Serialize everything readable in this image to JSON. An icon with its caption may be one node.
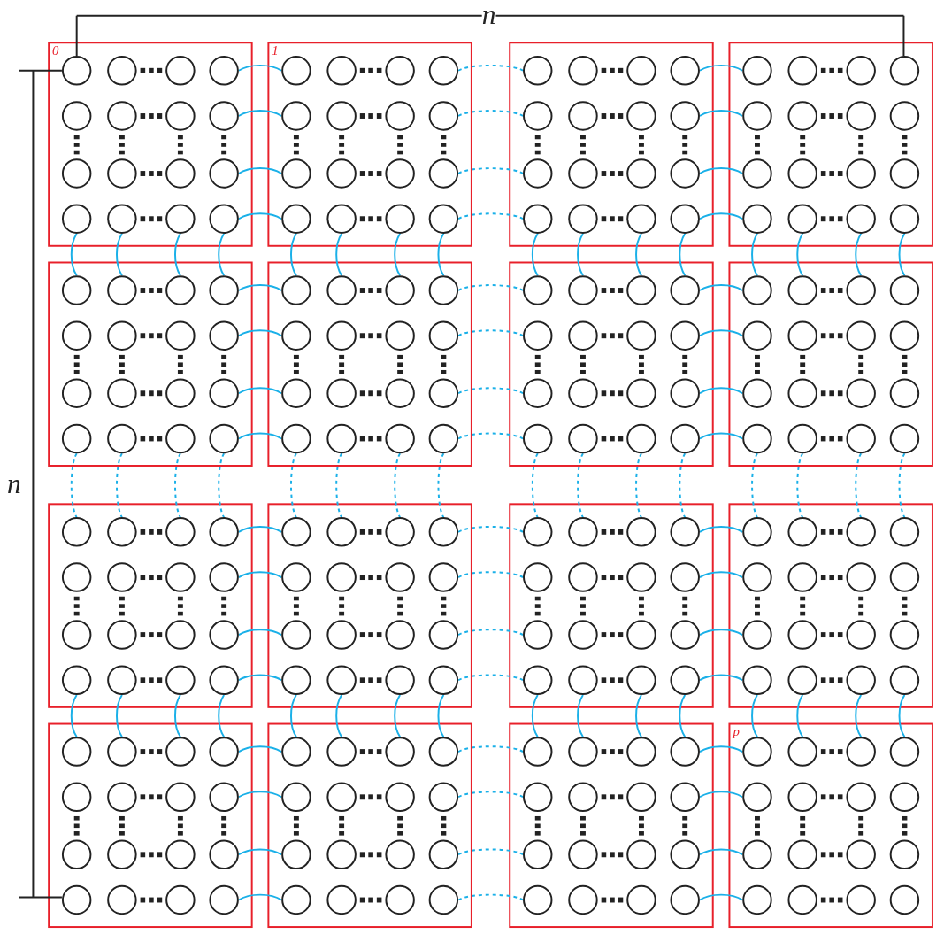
{
  "diagram": {
    "nodes": [
      {
        "text": [
          "0"
        ]
      },
      {
        "text": [],
        "shape": "circle",
        "in": 0
      },
      {
        "text": [],
        "shape": "circle",
        "in": 0
      },
      {
        "text": [],
        "shape": "circle",
        "in": 0
      },
      {
        "text": [],
        "shape": "circle",
        "in": 0
      },
      {
        "text": [],
        "shape": "circle",
        "in": 0
      },
      {
        "text": [],
        "shape": "circle",
        "in": 0
      },
      {
        "text": [],
        "shape": "circle",
        "in": 0
      },
      {
        "text": [],
        "shape": "circle",
        "in": 0
      },
      {
        "text": [],
        "shape": "circle",
        "in": 0
      },
      {
        "text": [],
        "shape": "circle",
        "in": 0
      },
      {
        "text": [],
        "shape": "circle",
        "in": 0
      },
      {
        "text": [],
        "shape": "circle",
        "in": 0
      },
      {
        "text": [],
        "shape": "circle",
        "in": 0
      },
      {
        "text": [],
        "shape": "circle",
        "in": 0
      },
      {
        "text": [],
        "shape": "circle",
        "in": 0
      },
      {
        "text": [],
        "shape": "circle",
        "in": 0
      },
      {
        "text": [
          "1"
        ]
      },
      {
        "text": [],
        "shape": "circle",
        "in": 17
      },
      {
        "text": [],
        "shape": "circle",
        "in": 17
      },
      {
        "text": [],
        "shape": "circle",
        "in": 17
      },
      {
        "text": [],
        "shape": "circle",
        "in": 17
      },
      {
        "text": [],
        "shape": "circle",
        "in": 17
      },
      {
        "text": [],
        "shape": "circle",
        "in": 17
      },
      {
        "text": [],
        "shape": "circle",
        "in": 17
      },
      {
        "text": [],
        "shape": "circle",
        "in": 17
      },
      {
        "text": [],
        "shape": "circle",
        "in": 17
      },
      {
        "text": [],
        "shape": "circle",
        "in": 17
      },
      {
        "text": [],
        "shape": "circle",
        "in": 17
      },
      {
        "text": [],
        "shape": "circle",
        "in": 17
      },
      {
        "text": [],
        "shape": "circle",
        "in": 17
      },
      {
        "text": [],
        "shape": "circle",
        "in": 17
      },
      {
        "text": [],
        "shape": "circle",
        "in": 17
      },
      {
        "text": [],
        "shape": "circle",
        "in": 17
      },
      {
        "text": [],
        "shape": "box"
      },
      {
        "text": [],
        "shape": "circle",
        "in": 34
      },
      {
        "text": [],
        "shape": "circle",
        "in": 34
      },
      {
        "text": [],
        "shape": "circle",
        "in": 34
      },
      {
        "text": [],
        "shape": "circle",
        "in": 34
      },
      {
        "text": [],
        "shape": "circle",
        "in": 34
      },
      {
        "text": [],
        "shape": "circle",
        "in": 34
      },
      {
        "text": [],
        "shape": "circle",
        "in": 34
      },
      {
        "text": [],
        "shape": "circle",
        "in": 34
      },
      {
        "text": [],
        "shape": "circle",
        "in": 34
      },
      {
        "text": [],
        "shape": "circle",
        "in": 34
      },
      {
        "text": [],
        "shape": "circle",
        "in": 34
      },
      {
        "text": [],
        "shape": "circle",
        "in": 34
      },
      {
        "text": [],
        "shape": "circle",
        "in": 34
      },
      {
        "text": [],
        "shape": "circle",
        "in": 34
      },
      {
        "text": [],
        "shape": "circle",
        "in": 34
      },
      {
        "text": [],
        "shape": "circle",
        "in": 34
      },
      {
        "text": [],
        "shape": "box"
      },
      {
        "text": [],
        "shape": "circle",
        "in": 51
      },
      {
        "text": [],
        "shape": "circle",
        "in": 51
      },
      {
        "text": [],
        "shape": "circle",
        "in": 51
      },
      {
        "text": [],
        "shape": "circle",
        "in": 51
      },
      {
        "text": [],
        "shape": "circle",
        "in": 51
      },
      {
        "text": [],
        "shape": "circle",
        "in": 51
      },
      {
        "text": [],
        "shape": "circle",
        "in": 51
      },
      {
        "text": [],
        "shape": "circle",
        "in": 51
      },
      {
        "text": [],
        "shape": "circle",
        "in": 51
      },
      {
        "text": [],
        "shape": "circle",
        "in": 51
      },
      {
        "text": [],
        "shape": "circle",
        "in": 51
      },
      {
        "text": [],
        "shape": "circle",
        "in": 51
      },
      {
        "text": [],
        "shape": "circle",
        "in": 51
      },
      {
        "text": [],
        "shape": "circle",
        "in": 51
      },
      {
        "text": [],
        "shape": "circle",
        "in": 51
      },
      {
        "text": [],
        "shape": "circle",
        "in": 51
      },
      {
        "text": [],
        "shape": "box"
      },
      {
        "text": [],
        "shape": "circle",
        "in": 68
      },
      {
        "text": [],
        "shape": "circle",
        "in": 68
      },
      {
        "text": [],
        "shape": "circle",
        "in": 68
      },
      {
        "text": [],
        "shape": "circle",
        "in": 68
      },
      {
        "text": [],
        "shape": "circle",
        "in": 68
      },
      {
        "text": [],
        "shape": "circle",
        "in": 68
      },
      {
        "text": [],
        "shape": "circle",
        "in": 68
      },
      {
        "text": [],
        "shape": "circle",
        "in": 68
      },
      {
        "text": [],
        "shape": "circle",
        "in": 68
      },
      {
        "text": [],
        "shape": "circle",
        "in": 68
      },
      {
        "text": [],
        "shape": "circle",
        "in": 68
      },
      {
        "text": [],
        "shape": "circle",
        "in": 68
      },
      {
        "text": [],
        "shape": "circle",
        "in": 68
      },
      {
        "text": [],
        "shape": "circle",
        "in": 68
      },
      {
        "text": [],
        "shape": "circle",
        "in": 68
      },
      {
        "text": [],
        "shape": "circle",
        "in": 68
      },
      {
        "text": [],
        "shape": "box"
      },
      {
        "text": [],
        "shape": "circle",
        "in": 85
      },
      {
        "text": [],
        "shape": "circle",
        "in": 85
      },
      {
        "text": [],
        "shape": "circle",
        "in": 85
      },
      {
        "text": [],
        "shape": "circle",
        "in": 85
      },
      {
        "text": [],
        "shape": "circle",
        "in": 85
      },
      {
        "text": [],
        "shape": "circle",
        "in": 85
      },
      {
        "text": [],
        "shape": "circle",
        "in": 85
      },
      {
        "text": [],
        "shape": "circle",
        "in": 85
      },
      {
        "text": [],
        "shape": "circle",
        "in": 85
      },
      {
        "text": [],
        "shape": "circle",
        "in": 85
      },
      {
        "text": [],
        "shape": "circle",
        "in": 85
      },
      {
        "text": [],
        "shape": "circle",
        "in": 85
      },
      {
        "text": [],
        "shape": "circle",
        "in": 85
      },
      {
        "text": [],
        "shape": "circle",
        "in": 85
      },
      {
        "text": [],
        "shape": "circle",
        "in": 85
      },
      {
        "text": [],
        "shape": "circle",
        "in": 85
      },
      {
        "text": [],
        "shape": "box"
      },
      {
        "text": [],
        "shape": "circle",
        "in": 102
      },
      {
        "text": [],
        "shape": "circle",
        "in": 102
      },
      {
        "text": [],
        "shape": "circle",
        "in": 102
      },
      {
        "text": [],
        "shape": "circle",
        "in": 102
      },
      {
        "text": [],
        "shape": "circle",
        "in": 102
      },
      {
        "text": [],
        "shape": "circle",
        "in": 102
      },
      {
        "text": [],
        "shape": "circle",
        "in": 102
      },
      {
        "text": [],
        "shape": "circle",
        "in": 102
      },
      {
        "text": [],
        "shape": "circle",
        "in": 102
      },
      {
        "text": [],
        "shape": "circle",
        "in": 102
      },
      {
        "text": [],
        "shape": "circle",
        "in": 102
      },
      {
        "text": [],
        "shape": "circle",
        "in": 102
      },
      {
        "text": [],
        "shape": "circle",
        "in": 102
      },
      {
        "text": [],
        "shape": "circle",
        "in": 102
      },
      {
        "text": [],
        "shape": "circle",
        "in": 102
      },
      {
        "text": [],
        "shape": "circle",
        "in": 102
      },
      {
        "text": [],
        "shape": "box"
      },
      {
        "text": [],
        "shape": "circle",
        "in": 119
      },
      {
        "text": [],
        "shape": "circle",
        "in": 119
      },
      {
        "text": [],
        "shape": "circle",
        "in": 119
      },
      {
        "text": [],
        "shape": "circle",
        "in": 119
      },
      {
        "text": [],
        "shape": "circle",
        "in": 119
      },
      {
        "text": [],
        "shape": "circle",
        "in": 119
      },
      {
        "text": [],
        "shape": "circle",
        "in": 119
      },
      {
        "text": [],
        "shape": "circle",
        "in": 119
      },
      {
        "text": [],
        "shape": "circle",
        "in": 119
      },
      {
        "text": [],
        "shape": "circle",
        "in": 119
      },
      {
        "text": [],
        "shape": "circle",
        "in": 119
      },
      {
        "text": [],
        "shape": "circle",
        "in": 119
      },
      {
        "text": [],
        "shape": "circle",
        "in": 119
      },
      {
        "text": [],
        "shape": "circle",
        "in": 119
      },
      {
        "text": [],
        "shape": "circle",
        "in": 119
      },
      {
        "text": [],
        "shape": "circle",
        "in": 119
      },
      {
        "text": [],
        "shape": "box"
      },
      {
        "text": [],
        "shape": "circle",
        "in": 136
      },
      {
        "text": [],
        "shape": "circle",
        "in": 136
      },
      {
        "text": [],
        "shape": "circle",
        "in": 136
      },
      {
        "text": [],
        "shape": "circle",
        "in": 136
      },
      {
        "text": [],
        "shape": "circle",
        "in": 136
      },
      {
        "text": [],
        "shape": "circle",
        "in": 136
      },
      {
        "text": [],
        "shape": "circle",
        "in": 136
      },
      {
        "text": [],
        "shape": "circle",
        "in": 136
      },
      {
        "text": [],
        "shape": "circle",
        "in": 136
      },
      {
        "text": [],
        "shape": "circle",
        "in": 136
      },
      {
        "text": [],
        "shape": "circle",
        "in": 136
      },
      {
        "text": [],
        "shape": "circle",
        "in": 136
      },
      {
        "text": [],
        "shape": "circle",
        "in": 136
      },
      {
        "text": [],
        "shape": "circle",
        "in": 136
      },
      {
        "text": [],
        "shape": "circle",
        "in": 136
      },
      {
        "text": [],
        "shape": "circle",
        "in": 136
      },
      {
        "text": [],
        "shape": "box"
      },
      {
        "text": [],
        "shape": "circle",
        "in": 153
      },
      {
        "text": [],
        "shape": "circle",
        "in": 153
      },
      {
        "text": [],
        "shape": "circle",
        "in": 153
      },
      {
        "text": [],
        "shape": "circle",
        "in": 153
      },
      {
        "text": [],
        "shape": "circle",
        "in": 153
      },
      {
        "text": [],
        "shape": "circle",
        "in": 153
      },
      {
        "text": [],
        "shape": "circle",
        "in": 153
      },
      {
        "text": [],
        "shape": "circle",
        "in": 153
      },
      {
        "text": [],
        "shape": "circle",
        "in": 153
      },
      {
        "text": [],
        "shape": "circle",
        "in": 153
      },
      {
        "text": [],
        "shape": "circle",
        "in": 153
      },
      {
        "text": [],
        "shape": "circle",
        "in": 153
      },
      {
        "text": [],
        "shape": "circle",
        "in": 153
      },
      {
        "text": [],
        "shape": "circle",
        "in": 153
      },
      {
        "text": [],
        "shape": "circle",
        "in": 153
      },
      {
        "text": [],
        "shape": "circle",
        "in": 153
      },
      {
        "text": [],
        "shape": "box"
      },
      {
        "text": [],
        "shape": "circle",
        "in": 170
      },
      {
        "text": [],
        "shape": "circle",
        "in": 170
      },
      {
        "text": [],
        "shape": "circle",
        "in": 170
      },
      {
        "text": [],
        "shape": "circle",
        "in": 170
      },
      {
        "text": [],
        "shape": "circle",
        "in": 170
      },
      {
        "text": [],
        "shape": "circle",
        "in": 170
      },
      {
        "text": [],
        "shape": "circle",
        "in": 170
      },
      {
        "text": [],
        "shape": "circle",
        "in": 170
      },
      {
        "text": [],
        "shape": "circle",
        "in": 170
      },
      {
        "text": [],
        "shape": "circle",
        "in": 170
      },
      {
        "text": [],
        "shape": "circle",
        "in": 170
      },
      {
        "text": [],
        "shape": "circle",
        "in": 170
      },
      {
        "text": [],
        "shape": "circle",
        "in": 170
      },
      {
        "text": [],
        "shape": "circle",
        "in": 170
      },
      {
        "text": [],
        "shape": "circle",
        "in": 170
      },
      {
        "text": [],
        "shape": "circle",
        "in": 170
      },
      {
        "text": [],
        "shape": "box"
      },
      {
        "text": [],
        "shape": "circle",
        "in": 187
      },
      {
        "text": [],
        "shape": "circle",
        "in": 187
      },
      {
        "text": [],
        "shape": "circle",
        "in": 187
      },
      {
        "text": [],
        "shape": "circle",
        "in": 187
      },
      {
        "text": [],
        "shape": "circle",
        "in": 187
      },
      {
        "text": [],
        "shape": "circle",
        "in": 187
      },
      {
        "text": [],
        "shape": "circle",
        "in": 187
      },
      {
        "text": [],
        "shape": "circle",
        "in": 187
      },
      {
        "text": [],
        "shape": "circle",
        "in": 187
      },
      {
        "text": [],
        "shape": "circle",
        "in": 187
      },
      {
        "text": [],
        "shape": "circle",
        "in": 187
      },
      {
        "text": [],
        "shape": "circle",
        "in": 187
      },
      {
        "text": [],
        "shape": "circle",
        "in": 187
      },
      {
        "text": [],
        "shape": "circle",
        "in": 187
      },
      {
        "text": [],
        "shape": "circle",
        "in": 187
      },
      {
        "text": [],
        "shape": "circle",
        "in": 187
      },
      {
        "text": [],
        "shape": "box"
      },
      {
        "text": [],
        "shape": "circle",
        "in": 204
      },
      {
        "text": [],
        "shape": "circle",
        "in": 204
      },
      {
        "text": [],
        "shape": "circle",
        "in": 204
      },
      {
        "text": [],
        "shape": "circle",
        "in": 204
      },
      {
        "text": [],
        "shape": "circle",
        "in": 204
      },
      {
        "text": [],
        "shape": "circle",
        "in": 204
      },
      {
        "text": [],
        "shape": "circle",
        "in": 204
      },
      {
        "text": [],
        "shape": "circle",
        "in": 204
      },
      {
        "text": [],
        "shape": "circle",
        "in": 204
      },
      {
        "text": [],
        "shape": "circle",
        "in": 204
      },
      {
        "text": [],
        "shape": "circle",
        "in": 204
      },
      {
        "text": [],
        "shape": "circle",
        "in": 204
      },
      {
        "text": [],
        "shape": "circle",
        "in": 204
      },
      {
        "text": [],
        "shape": "circle",
        "in": 204
      },
      {
        "text": [],
        "shape": "circle",
        "in": 204
      },
      {
        "text": [],
        "shape": "circle",
        "in": 204
      },
      {
        "text": [],
        "shape": "box"
      },
      {
        "text": [],
        "shape": "circle",
        "in": 221
      },
      {
        "text": [],
        "shape": "circle",
        "in": 221
      },
      {
        "text": [],
        "shape": "circle",
        "in": 221
      },
      {
        "text": [],
        "shape": "circle",
        "in": 221
      },
      {
        "text": [],
        "shape": "circle",
        "in": 221
      },
      {
        "text": [],
        "shape": "circle",
        "in": 221
      },
      {
        "text": [],
        "shape": "circle",
        "in": 221
      },
      {
        "text": [],
        "shape": "circle",
        "in": 221
      },
      {
        "text": [],
        "shape": "circle",
        "in": 221
      },
      {
        "text": [],
        "shape": "circle",
        "in": 221
      },
      {
        "text": [],
        "shape": "circle",
        "in": 221
      },
      {
        "text": [],
        "shape": "circle",
        "in": 221
      },
      {
        "text": [],
        "shape": "circle",
        "in": 221
      },
      {
        "text": [],
        "shape": "circle",
        "in": 221
      },
      {
        "text": [],
        "shape": "circle",
        "in": 221
      },
      {
        "text": [],
        "shape": "circle",
        "in": 221
      },
      {
        "text": [],
        "shape": "box"
      },
      {
        "text": [],
        "shape": "circle",
        "in": 238
      },
      {
        "text": [],
        "shape": "circle",
        "in": 238
      },
      {
        "text": [],
        "shape": "circle",
        "in": 238
      },
      {
        "text": [],
        "shape": "circle",
        "in": 238
      },
      {
        "text": [],
        "shape": "circle",
        "in": 238
      },
      {
        "text": [],
        "shape": "circle",
        "in": 238
      },
      {
        "text": [],
        "shape": "circle",
        "in": 238
      },
      {
        "text": [],
        "shape": "circle",
        "in": 238
      },
      {
        "text": [],
        "shape": "circle",
        "in": 238
      },
      {
        "text": [],
        "shape": "circle",
        "in": 238
      },
      {
        "text": [],
        "shape": "circle",
        "in": 238
      },
      {
        "text": [],
        "shape": "circle",
        "in": 238
      },
      {
        "text": [],
        "shape": "circle",
        "in": 238
      },
      {
        "text": [],
        "shape": "circle",
        "in": 238
      },
      {
        "text": [],
        "shape": "circle",
        "in": 238
      },
      {
        "text": [],
        "shape": "circle",
        "in": 238
      },
      {
        "text": [
          "p"
        ]
      },
      {
        "text": [],
        "shape": "circle",
        "in": 255
      },
      {
        "text": [],
        "shape": "circle",
        "in": 255
      },
      {
        "text": [],
        "shape": "circle",
        "in": 255
      },
      {
        "text": [],
        "shape": "circle",
        "in": 255
      },
      {
        "text": [],
        "shape": "circle",
        "in": 255
      },
      {
        "text": [],
        "shape": "circle",
        "in": 255
      },
      {
        "text": [],
        "shape": "circle",
        "in": 255
      },
      {
        "text": [],
        "shape": "circle",
        "in": 255
      },
      {
        "text": [],
        "shape": "circle",
        "in": 255
      },
      {
        "text": [],
        "shape": "circle",
        "in": 255
      },
      {
        "text": [],
        "shape": "circle",
        "in": 255
      },
      {
        "text": [],
        "shape": "circle",
        "in": 255
      },
      {
        "text": [],
        "shape": "circle",
        "in": 255
      },
      {
        "text": [],
        "shape": "circle",
        "in": 255
      },
      {
        "text": [],
        "shape": "circle",
        "in": 255
      },
      {
        "text": [],
        "shape": "circle",
        "in": 255
      }
    ],
    "edges": [
      {
        "from": 4,
        "to": 18,
        "arrow": "none"
      },
      {
        "from": 8,
        "to": 22,
        "arrow": "none"
      },
      {
        "from": 12,
        "to": 26,
        "arrow": "none"
      },
      {
        "from": 16,
        "to": 30,
        "arrow": "none"
      },
      {
        "from": 21,
        "to": 35,
        "arrow": "none",
        "style": "dashed"
      },
      {
        "from": 25,
        "to": 39,
        "arrow": "none",
        "style": "dashed"
      },
      {
        "from": 29,
        "to": 43,
        "arrow": "none",
        "style": "dashed"
      },
      {
        "from": 33,
        "to": 47,
        "arrow": "none",
        "style": "dashed"
      },
      {
        "from": 38,
        "to": 52,
        "arrow": "none"
      },
      {
        "from": 42,
        "to": 56,
        "arrow": "none"
      },
      {
        "from": 46,
        "to": 60,
        "arrow": "none"
      },
      {
        "from": 50,
        "to": 64,
        "arrow": "none"
      },
      {
        "from": 13,
        "to": 69,
        "arrow": "none"
      },
      {
        "from": 14,
        "to": 70,
        "arrow": "none"
      },
      {
        "from": 15,
        "to": 71,
        "arrow": "none"
      },
      {
        "from": 16,
        "to": 72,
        "arrow": "none"
      },
      {
        "from": 30,
        "to": 86,
        "arrow": "none"
      },
      {
        "from": 31,
        "to": 87,
        "arrow": "none"
      },
      {
        "from": 32,
        "to": 88,
        "arrow": "none"
      },
      {
        "from": 33,
        "to": 89,
        "arrow": "none"
      },
      {
        "from": 47,
        "to": 103,
        "arrow": "none"
      },
      {
        "from": 48,
        "to": 104,
        "arrow": "none"
      },
      {
        "from": 49,
        "to": 105,
        "arrow": "none"
      },
      {
        "from": 50,
        "to": 106,
        "arrow": "none"
      },
      {
        "from": 64,
        "to": 120,
        "arrow": "none"
      },
      {
        "from": 65,
        "to": 121,
        "arrow": "none"
      },
      {
        "from": 66,
        "to": 122,
        "arrow": "none"
      },
      {
        "from": 67,
        "to": 123,
        "arrow": "none"
      },
      {
        "from": 72,
        "to": 86,
        "arrow": "none"
      },
      {
        "from": 76,
        "to": 90,
        "arrow": "none"
      },
      {
        "from": 80,
        "to": 94,
        "arrow": "none"
      },
      {
        "from": 84,
        "to": 98,
        "arrow": "none"
      },
      {
        "from": 89,
        "to": 103,
        "arrow": "none",
        "style": "dashed"
      },
      {
        "from": 93,
        "to": 107,
        "arrow": "none",
        "style": "dashed"
      },
      {
        "from": 97,
        "to": 111,
        "arrow": "none",
        "style": "dashed"
      },
      {
        "from": 101,
        "to": 115,
        "arrow": "none",
        "style": "dashed"
      },
      {
        "from": 106,
        "to": 120,
        "arrow": "none"
      },
      {
        "from": 110,
        "to": 124,
        "arrow": "none"
      },
      {
        "from": 114,
        "to": 128,
        "arrow": "none"
      },
      {
        "from": 118,
        "to": 132,
        "arrow": "none"
      },
      {
        "from": 81,
        "to": 137,
        "arrow": "none",
        "style": "dashed"
      },
      {
        "from": 82,
        "to": 138,
        "arrow": "none",
        "style": "dashed"
      },
      {
        "from": 83,
        "to": 139,
        "arrow": "none",
        "style": "dashed"
      },
      {
        "from": 84,
        "to": 140,
        "arrow": "none",
        "style": "dashed"
      },
      {
        "from": 98,
        "to": 154,
        "arrow": "none",
        "style": "dashed"
      },
      {
        "from": 99,
        "to": 155,
        "arrow": "none",
        "style": "dashed"
      },
      {
        "from": 100,
        "to": 156,
        "arrow": "none",
        "style": "dashed"
      },
      {
        "from": 101,
        "to": 157,
        "arrow": "none",
        "style": "dashed"
      },
      {
        "from": 115,
        "to": 171,
        "arrow": "none",
        "style": "dashed"
      },
      {
        "from": 116,
        "to": 172,
        "arrow": "none",
        "style": "dashed"
      },
      {
        "from": 117,
        "to": 173,
        "arrow": "none",
        "style": "dashed"
      },
      {
        "from": 118,
        "to": 174,
        "arrow": "none",
        "style": "dashed"
      },
      {
        "from": 132,
        "to": 188,
        "arrow": "none",
        "style": "dashed"
      },
      {
        "from": 133,
        "to": 189,
        "arrow": "none",
        "style": "dashed"
      },
      {
        "from": 134,
        "to": 190,
        "arrow": "none",
        "style": "dashed"
      },
      {
        "from": 135,
        "to": 191,
        "arrow": "none",
        "style": "dashed"
      },
      {
        "from": 140,
        "to": 154,
        "arrow": "none"
      },
      {
        "from": 144,
        "to": 158,
        "arrow": "none"
      },
      {
        "from": 148,
        "to": 162,
        "arrow": "none"
      },
      {
        "from": 152,
        "to": 166,
        "arrow": "none"
      },
      {
        "from": 157,
        "to": 171,
        "arrow": "none",
        "style": "dashed"
      },
      {
        "from": 161,
        "to": 175,
        "arrow": "none",
        "style": "dashed"
      },
      {
        "from": 165,
        "to": 179,
        "arrow": "none",
        "style": "dashed"
      },
      {
        "from": 169,
        "to": 183,
        "arrow": "none",
        "style": "dashed"
      },
      {
        "from": 174,
        "to": 188,
        "arrow": "none"
      },
      {
        "from": 178,
        "to": 192,
        "arrow": "none"
      },
      {
        "from": 182,
        "to": 196,
        "arrow": "none"
      },
      {
        "from": 186,
        "to": 200,
        "arrow": "none"
      },
      {
        "from": 149,
        "to": 205,
        "arrow": "none"
      },
      {
        "from": 150,
        "to": 206,
        "arrow": "none"
      },
      {
        "from": 151,
        "to": 207,
        "arrow": "none"
      },
      {
        "from": 152,
        "to": 208,
        "arrow": "none"
      },
      {
        "from": 166,
        "to": 222,
        "arrow": "none"
      },
      {
        "from": 167,
        "to": 223,
        "arrow": "none"
      },
      {
        "from": 168,
        "to": 224,
        "arrow": "none"
      },
      {
        "from": 169,
        "to": 225,
        "arrow": "none"
      },
      {
        "from": 183,
        "to": 239,
        "arrow": "none"
      },
      {
        "from": 184,
        "to": 240,
        "arrow": "none"
      },
      {
        "from": 185,
        "to": 241,
        "arrow": "none"
      },
      {
        "from": 186,
        "to": 242,
        "arrow": "none"
      },
      {
        "from": 200,
        "to": 256,
        "arrow": "none"
      },
      {
        "from": 201,
        "to": 257,
        "arrow": "none"
      },
      {
        "from": 202,
        "to": 258,
        "arrow": "none"
      },
      {
        "from": 203,
        "to": 259,
        "arrow": "none"
      },
      {
        "from": 208,
        "to": 222,
        "arrow": "none"
      },
      {
        "from": 212,
        "to": 226,
        "arrow": "none"
      },
      {
        "from": 216,
        "to": 230,
        "arrow": "none"
      },
      {
        "from": 220,
        "to": 234,
        "arrow": "none"
      },
      {
        "from": 225,
        "to": 239,
        "arrow": "none",
        "style": "dashed"
      },
      {
        "from": 229,
        "to": 243,
        "arrow": "none",
        "style": "dashed"
      },
      {
        "from": 233,
        "to": 247,
        "arrow": "none",
        "style": "dashed"
      },
      {
        "from": 237,
        "to": 251,
        "arrow": "none",
        "style": "dashed"
      },
      {
        "from": 242,
        "to": 256,
        "arrow": "none"
      },
      {
        "from": 246,
        "to": 260,
        "arrow": "none"
      },
      {
        "from": 250,
        "to": 264,
        "arrow": "none"
      },
      {
        "from": 254,
        "to": 268,
        "arrow": "none"
      }
    ],
    "labels": [
      "n",
      "n"
    ]
  }
}
